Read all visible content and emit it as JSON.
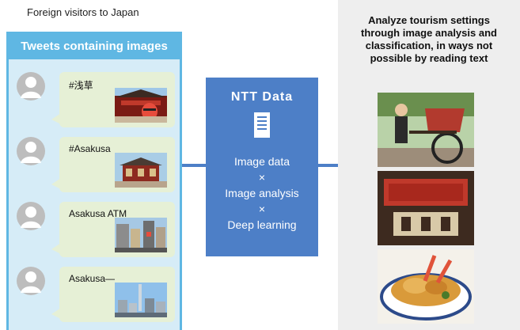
{
  "caption": "Foreign visitors to Japan",
  "tweets_panel": {
    "title": "Tweets containing images",
    "tweets": [
      {
        "text": "#浅草"
      },
      {
        "text": "#Asakusa"
      },
      {
        "text": "Asakusa ATM"
      },
      {
        "text": "Asakusa—"
      }
    ]
  },
  "processor": {
    "logo": "NTT Data",
    "lines": [
      "Image data",
      "×",
      "Image analysis",
      "×",
      "Deep learning"
    ]
  },
  "result_panel": {
    "title_lines": [
      "Analyze tourism settings",
      "through image analysis and",
      "classification, in ways not",
      "possible by reading text"
    ]
  },
  "colors": {
    "accent_blue": "#5fb7e3",
    "box_blue": "#4d7fc7",
    "bubble_green": "#e6f0d6",
    "panel_gray": "#eeeeee"
  }
}
